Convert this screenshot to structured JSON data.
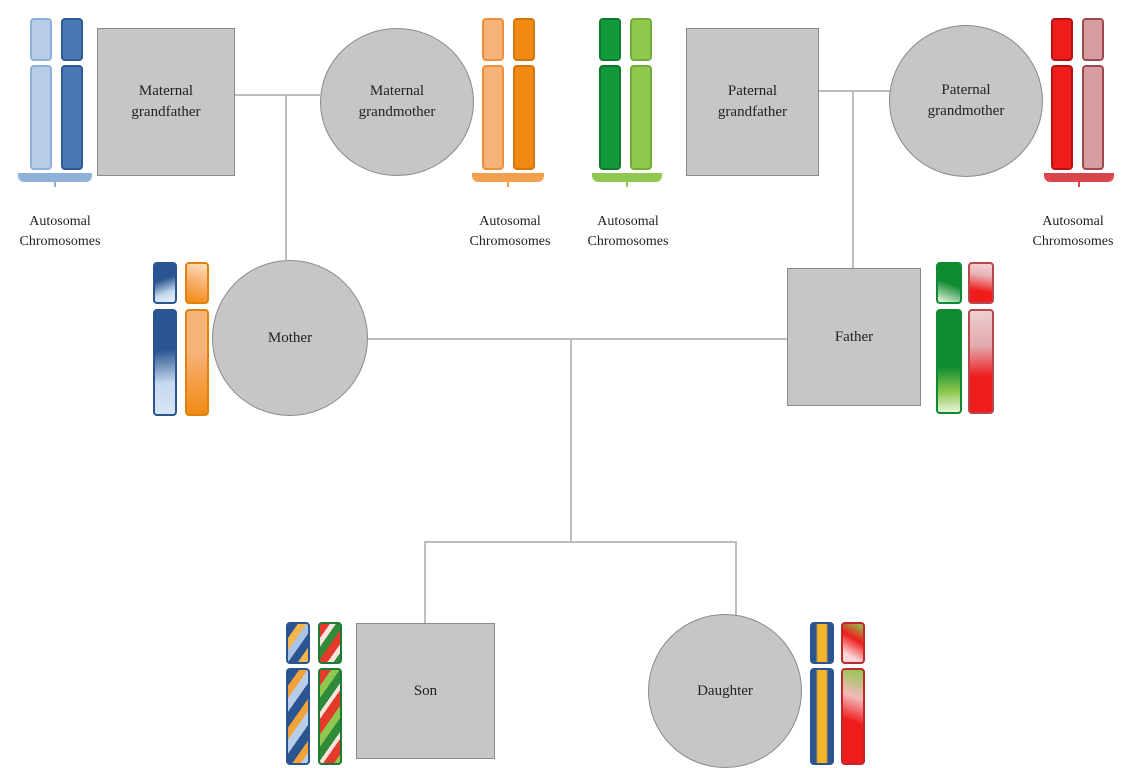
{
  "people": {
    "maternal_grandfather": [
      "Maternal",
      "grandfather"
    ],
    "maternal_grandmother": [
      "Maternal",
      "grandmother"
    ],
    "paternal_grandfather": [
      "Paternal",
      "grandfather"
    ],
    "paternal_grandmother": [
      "Paternal",
      "grandmother"
    ],
    "mother": "Mother",
    "father": "Father",
    "son": "Son",
    "daughter": "Daughter"
  },
  "captions": {
    "maternal_grandfather": [
      "Autosomal",
      "Chromosomes"
    ],
    "maternal_grandmother": [
      "Autosomal",
      "Chromosomes"
    ],
    "paternal_grandfather": [
      "Autosomal",
      "Chromosomes"
    ],
    "paternal_grandmother": [
      "Autosomal",
      "Chromosomes"
    ]
  },
  "colors": {
    "maternal_grandfather": [
      "#b7cde8",
      "#4a78b3"
    ],
    "maternal_grandmother": [
      "#f7b27a",
      "#f28a12"
    ],
    "paternal_grandfather": [
      "#129a3a",
      "#8ec84e"
    ],
    "paternal_grandmother": [
      "#ef1c1c",
      "#d79da0"
    ]
  }
}
